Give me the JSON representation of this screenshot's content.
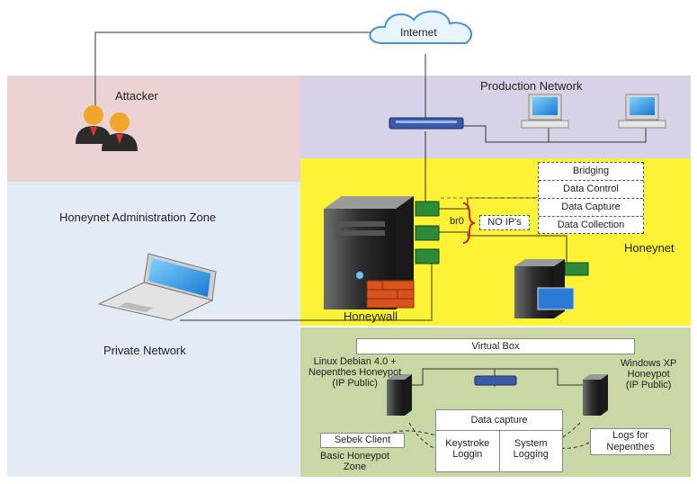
{
  "labels": {
    "internet": "Internet",
    "attacker": "Attacker",
    "production_network": "Production Network",
    "honeynet_admin_zone": "Honeynet Administration Zone",
    "private_network": "Private Network",
    "br0": "br0",
    "no_ips": "NO IP's",
    "honeynet": "Honeynet",
    "honeywall": "Honeywall",
    "virtual_box": "Virtual Box",
    "linux_debian": [
      "Linux Debian 4.0 +",
      "Nepenthes Honeypot",
      "(IP Public)"
    ],
    "windows_xp": [
      "Windows XP",
      "Honeypot",
      "(IP Public)"
    ],
    "data_capture": "Data capture",
    "keystroke": [
      "Keystroke",
      "Loggin"
    ],
    "system_logging": [
      "System",
      "Logging"
    ],
    "sebek_client": "Sebek Client",
    "logs_for_nepenthes": [
      "Logs for",
      "Nepenthes"
    ],
    "basic_honeypot_zone": [
      "Basic Honeypot",
      "Zone"
    ]
  },
  "honeywall_functions": [
    "Bridging",
    "Data Control",
    "Data Capture",
    "Data Collection"
  ],
  "colors": {
    "attacker_zone": "#ecd3d3",
    "admin_zone": "#e3ecf6",
    "production_zone": "#d9d2e6",
    "honeynet_zone": "#fdf233",
    "basic_honeypot_zone": "#c8d7a4",
    "switch": "#3a5aa8"
  }
}
